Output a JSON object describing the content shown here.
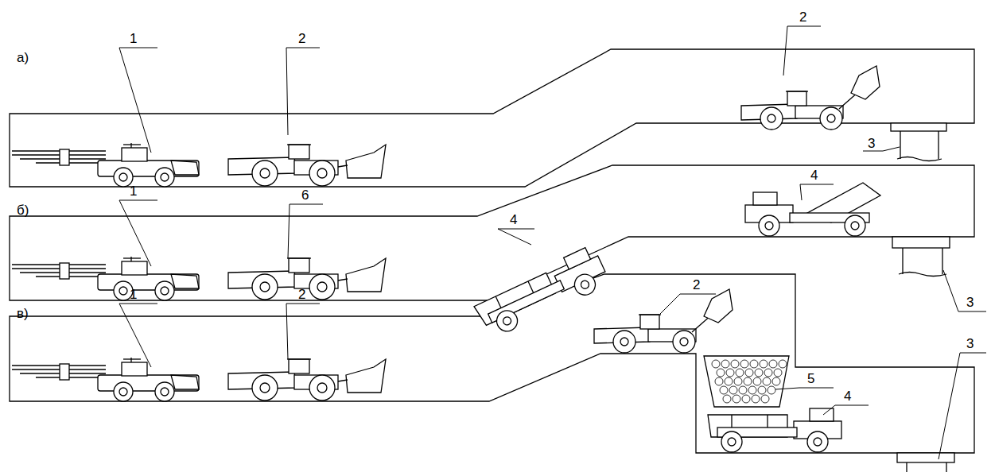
{
  "diagram": {
    "labels": [
      "а)",
      "1",
      "2",
      "2",
      "3",
      "4",
      "б)",
      "1",
      "6",
      "4",
      "3",
      "в)",
      "1",
      "2",
      "2",
      "5",
      "4",
      "3"
    ]
  }
}
